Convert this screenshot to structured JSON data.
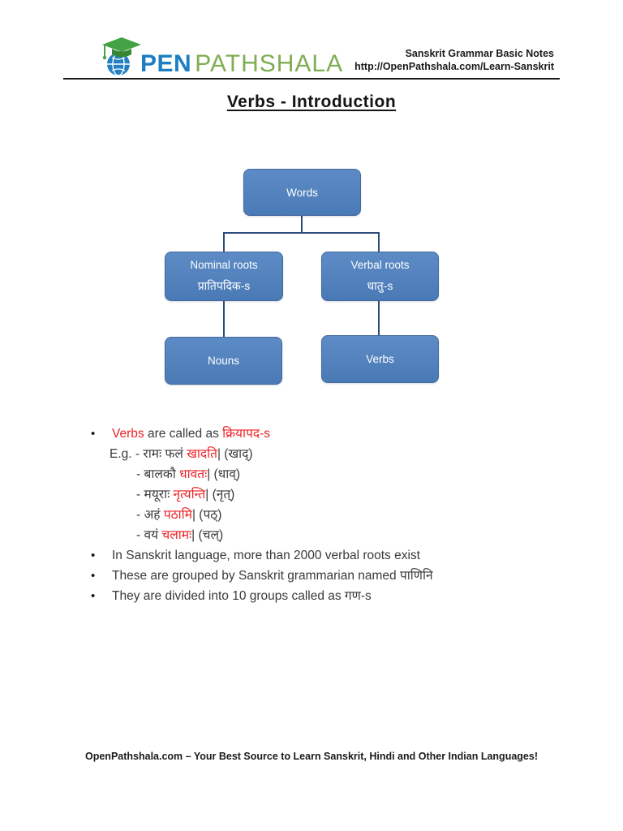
{
  "header": {
    "logo": {
      "word_open": "PEN",
      "word_pathshala": "PATHSHALA",
      "open_color": "#1d7fc1",
      "pathshala_color": "#7fad52",
      "cap_color": "#43a243",
      "globe_color": "#2380c3"
    },
    "meta_line1": "Sanskrit Grammar Basic Notes",
    "meta_line2": "http://OpenPathshala.com/Learn-Sanskrit"
  },
  "title": "Verbs - Introduction",
  "diagram": {
    "box_fill": "#4f81bd",
    "connector_color": "#2e4e79",
    "nodes": {
      "words": {
        "label": "Words"
      },
      "nominal": {
        "line1": "Nominal roots",
        "line2": "प्रातिपदिक-s"
      },
      "verbal": {
        "line1": "Verbal roots",
        "line2": "धातु-s"
      },
      "nouns": {
        "label": "Nouns"
      },
      "verbs": {
        "label": "Verbs"
      }
    }
  },
  "content": {
    "accent_red": "#ed2024",
    "bullet_glyph": "•",
    "intro_bullet": {
      "verbs": "Verbs",
      "mid": " are called as ",
      "term": "क्रियापद-s"
    },
    "examples": [
      {
        "lead": "E.g. - ",
        "pre": "रामः फलं ",
        "verb": "खादति",
        "post": "| (खाद्)"
      },
      {
        "lead": "- ",
        "pre": "बालकौ ",
        "verb": "धावतः",
        "post": "| (धाव्)"
      },
      {
        "lead": "- ",
        "pre": "मयूराः ",
        "verb": "नृत्यन्ति",
        "post": "| (नृत्)"
      },
      {
        "lead": "- ",
        "pre": "अहं ",
        "verb": "पठामि",
        "post": "| (पठ्)"
      },
      {
        "lead": "- ",
        "pre": "वयं ",
        "verb": "चलामः",
        "post": "| (चल्)"
      }
    ],
    "bullets": [
      "In Sanskrit language, more than 2000 verbal roots exist",
      "These are grouped by Sanskrit grammarian named पाणिनि",
      "They are divided into 10 groups called as गण-s"
    ]
  },
  "footer": {
    "text": "OpenPathshala.com – Your Best Source to Learn Sanskrit, Hindi and Other Indian Languages!"
  }
}
